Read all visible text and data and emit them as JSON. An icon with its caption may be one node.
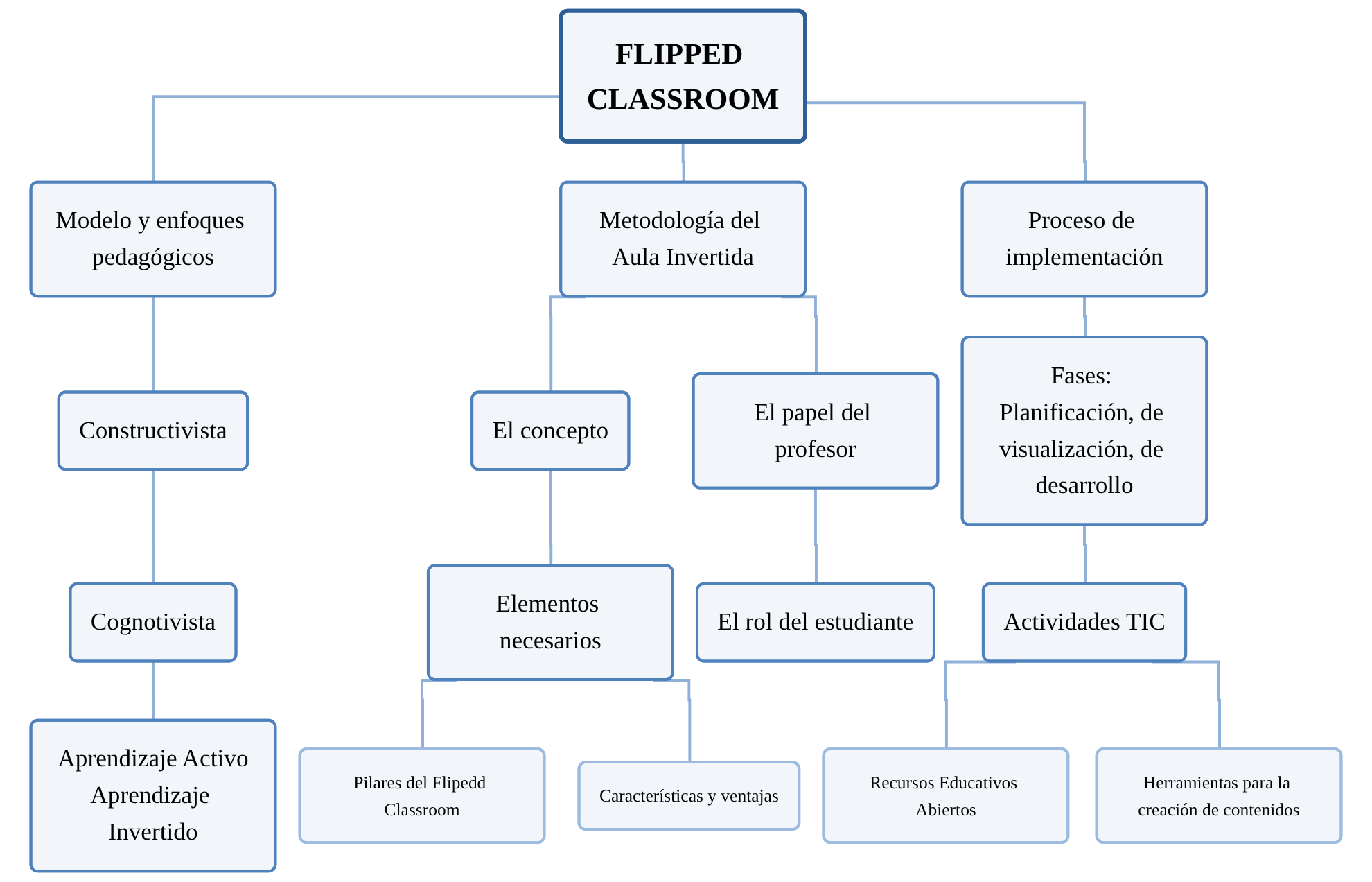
{
  "diagram": {
    "nodes": [
      {
        "text": [
          "FLIPPED CLASSROOM"
        ]
      },
      {
        "text": [
          "Modelo y enfoques pedagógicos"
        ]
      },
      {
        "text": [
          "Metodología del Aula Invertida"
        ]
      },
      {
        "text": [
          "Proceso de implementación"
        ]
      },
      {
        "text": [
          "Constructivista"
        ]
      },
      {
        "text": [
          "El concepto"
        ]
      },
      {
        "text": [
          "El papel del profesor"
        ]
      },
      {
        "text": [
          "Fases: Planificación, de visualización, de desarrollo"
        ]
      },
      {
        "text": [
          "Cognotivista"
        ]
      },
      {
        "text": [
          "Elementos necesarios"
        ]
      },
      {
        "text": [
          "El rol del estudiante"
        ]
      },
      {
        "text": [
          "Actividades TIC"
        ]
      },
      {
        "text": [
          "Aprendizaje Activo",
          "Aprendizaje Invertido"
        ]
      },
      {
        "text": [
          "Pilares del Flipedd Classroom"
        ]
      },
      {
        "text": [
          "Características y ventajas"
        ]
      },
      {
        "text": [
          "Recursos Educativos Abiertos"
        ]
      },
      {
        "text": [
          "Herramientas para la creación de contenidos"
        ]
      }
    ],
    "edges": [
      {
        "from": 0,
        "to": 1,
        "arrow": "none"
      },
      {
        "from": 0,
        "to": 2,
        "arrow": "none"
      },
      {
        "from": 0,
        "to": 3,
        "arrow": "none"
      },
      {
        "from": 1,
        "to": 4,
        "arrow": "none"
      },
      {
        "from": 4,
        "to": 8,
        "arrow": "none"
      },
      {
        "from": 8,
        "to": 12,
        "arrow": "none"
      },
      {
        "from": 2,
        "to": 5,
        "arrow": "none"
      },
      {
        "from": 2,
        "to": 6,
        "arrow": "none"
      },
      {
        "from": 5,
        "to": 9,
        "arrow": "none"
      },
      {
        "from": 6,
        "to": 10,
        "arrow": "none"
      },
      {
        "from": 9,
        "to": 13,
        "arrow": "none"
      },
      {
        "from": 9,
        "to": 14,
        "arrow": "none"
      },
      {
        "from": 3,
        "to": 7,
        "arrow": "none"
      },
      {
        "from": 7,
        "to": 11,
        "arrow": "none"
      },
      {
        "from": 11,
        "to": 15,
        "arrow": "none"
      },
      {
        "from": 11,
        "to": 16,
        "arrow": "none"
      }
    ]
  }
}
